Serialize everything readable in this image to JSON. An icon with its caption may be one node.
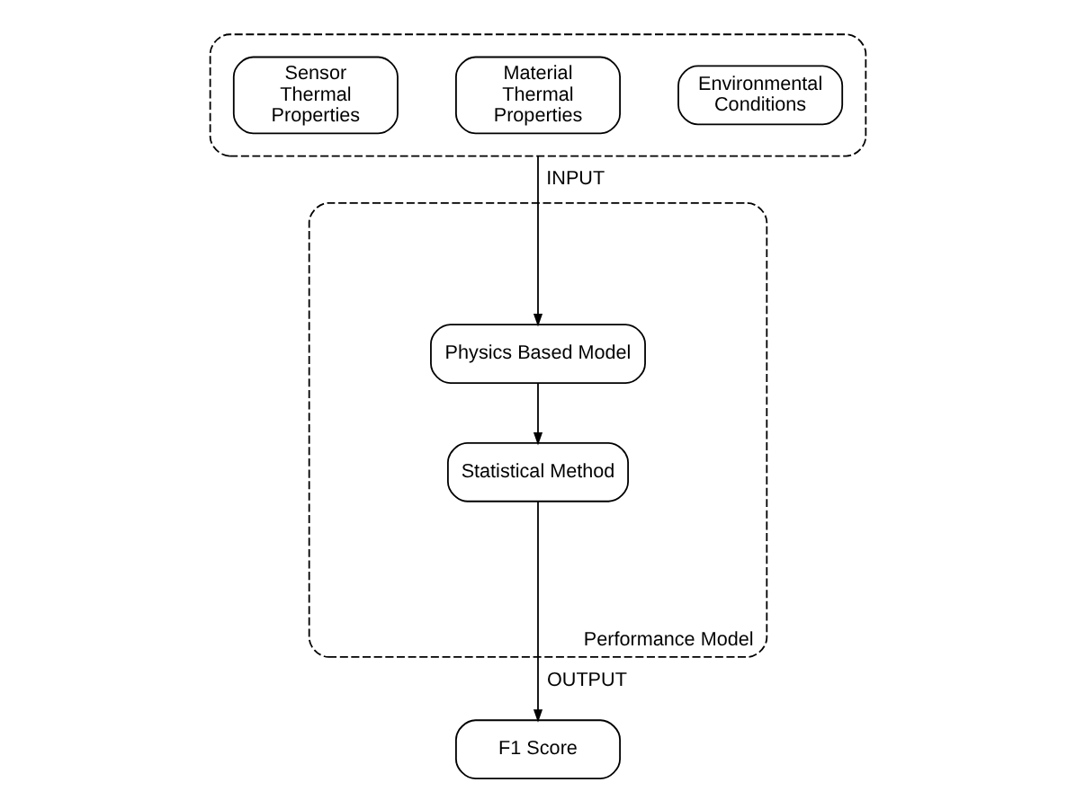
{
  "diagram": {
    "nodes": [
      {
        "text": [],
        "shape": "box"
      },
      {
        "text": [
          "Sensor Thermal Properties"
        ],
        "in": 0
      },
      {
        "text": [
          "Material Thermal Properties"
        ],
        "in": 0
      },
      {
        "text": [
          "Environmental Conditions"
        ],
        "in": 0
      },
      {
        "text": [
          "Performance Model"
        ]
      },
      {
        "text": [
          "Physics Based Model"
        ],
        "in": 4
      },
      {
        "text": [
          "Statistical Method"
        ],
        "in": 4
      },
      {
        "text": [
          "F1 Score"
        ]
      }
    ],
    "edges": [
      {
        "from": 0,
        "to": 5,
        "arrow": "to",
        "label": "INPUT"
      },
      {
        "from": 5,
        "to": 6,
        "arrow": "to"
      },
      {
        "from": 6,
        "to": 7,
        "arrow": "to",
        "label": "OUTPUT"
      }
    ]
  }
}
